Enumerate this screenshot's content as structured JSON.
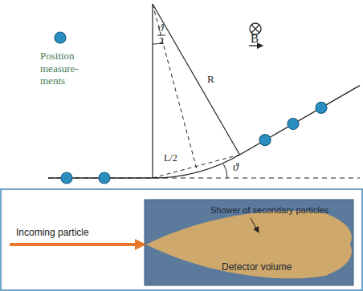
{
  "diagram": {
    "nodes": [
      {
        "text": [
          "Detector volume"
        ]
      }
    ],
    "labels": [
      "Position measure- ments",
      "B",
      "R",
      "ϑ",
      "2",
      "L/2",
      "ϑ",
      "Incoming particle",
      "Shower of secondary particles"
    ]
  }
}
